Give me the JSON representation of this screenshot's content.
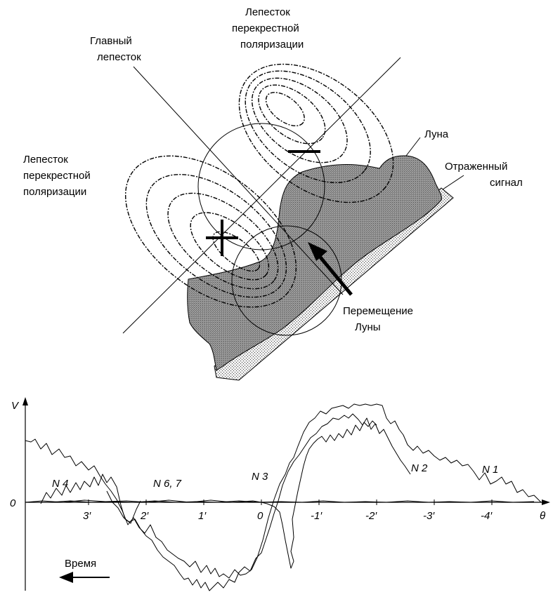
{
  "top": {
    "lobe_top_label": [
      "Лепесток",
      "перекрестной",
      "поляризации"
    ],
    "main_lobe_label": [
      "Главный",
      "лепесток"
    ],
    "lobe_left_label": [
      "Лепесток",
      "перекрестной",
      "поляризации"
    ],
    "moon_label": "Луна",
    "reflected_label": [
      "Отраженный",
      "сигнал"
    ],
    "moon_motion_label": [
      "Перемещение",
      "Луны"
    ]
  },
  "bottom": {
    "y_axis_label": "V",
    "x_axis_label": "θ",
    "zero_label": "0",
    "x_ticks": [
      "3′",
      "2′",
      "1′",
      "0",
      "-1′",
      "-2′",
      "-3′",
      "-4′"
    ],
    "curve_labels": [
      "N 4",
      "N 6, 7",
      "N 3",
      "N 2",
      "N 1"
    ],
    "time_label": "Время"
  },
  "colors": {
    "moon_fill": "#8a8a8a",
    "reflected_fill": "#e6e6e6",
    "ink": "#000000"
  }
}
